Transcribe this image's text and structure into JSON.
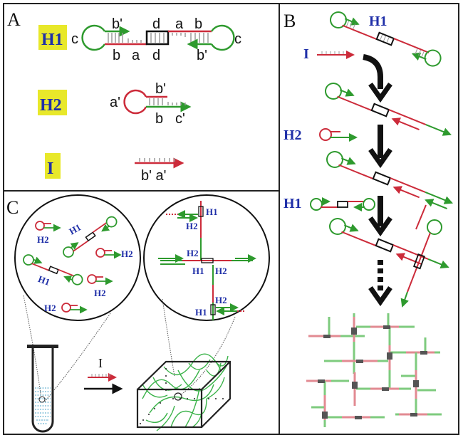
{
  "panels": {
    "A": {
      "letter": "A",
      "rows": [
        {
          "id": "H1",
          "label": "H1",
          "domains_top": [
            "b'",
            "d",
            "a",
            "b"
          ],
          "domains_bottom": [
            "b",
            "a",
            "d",
            "b'"
          ],
          "loop_left": "c",
          "loop_right": "c"
        },
        {
          "id": "H2",
          "label": "H2",
          "domains_top": [
            "b'"
          ],
          "domains_bottom": [
            "b",
            "c'"
          ],
          "loop_left": "a'"
        },
        {
          "id": "I",
          "label": "I",
          "domains_bottom": [
            "b' a'"
          ]
        }
      ]
    },
    "B": {
      "letter": "B",
      "labels": {
        "h1_top": "H1",
        "initiator": "I",
        "h2": "H2",
        "h1_mid": "H1"
      }
    },
    "C": {
      "letter": "C",
      "left_circle_labels": [
        "H2",
        "H1",
        "H2",
        "H1",
        "H2",
        "H2"
      ],
      "right_circle_labels": [
        "H1",
        "H2",
        "H2",
        "H1",
        "H2",
        "H2",
        "H1"
      ],
      "arrow_label": "I"
    }
  },
  "colors": {
    "green": "#2e9a2e",
    "red": "#cc2b3a",
    "black": "#111111",
    "gray": "#9a9a9a",
    "label_blue": "#1f2fa8",
    "highlight": "#e8e82a",
    "liquid": "#4aa3c8"
  }
}
